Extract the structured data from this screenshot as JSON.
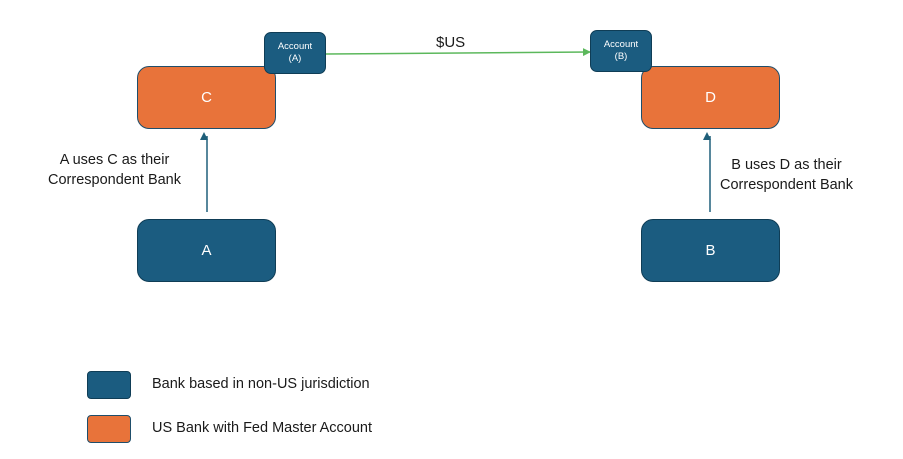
{
  "nodes": {
    "c": "C",
    "d": "D",
    "a": "A",
    "b": "B"
  },
  "accounts": {
    "a": {
      "line1": "Account",
      "line2": "(A)"
    },
    "b": {
      "line1": "Account",
      "line2": "(B)"
    }
  },
  "transfer_label": "$US",
  "relations": {
    "a_to_c": {
      "line1": "A uses C as their",
      "line2": "Correspondent Bank"
    },
    "b_to_d": {
      "line1": "B uses D as their",
      "line2": "Correspondent Bank"
    }
  },
  "legend": {
    "items": [
      {
        "label": "Bank based in non-US jurisdiction",
        "color": "#1b5c80"
      },
      {
        "label": "US Bank with Fed Master Account",
        "color": "#e8733a"
      }
    ]
  },
  "colors": {
    "us_bank": "#e8733a",
    "non_us_bank": "#1b5c80",
    "transfer_arrow": "#5cb85c",
    "relation_arrow": "#1f5f7a"
  }
}
